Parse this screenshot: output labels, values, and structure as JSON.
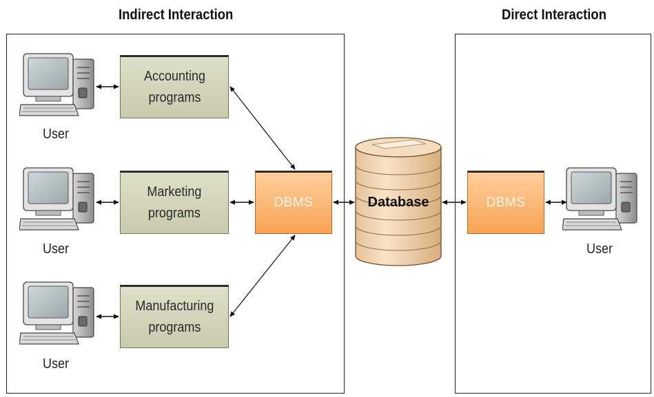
{
  "titles": {
    "indirect": "Indirect Interaction",
    "direct": "Direct Interaction"
  },
  "programs": [
    {
      "label": "Accounting\nprograms"
    },
    {
      "label": "Marketing\nprograms"
    },
    {
      "label": "Manufacturing\nprograms"
    }
  ],
  "dbms_left": "DBMS",
  "dbms_right": "DBMS",
  "database": "Database",
  "users": [
    "User",
    "User",
    "User",
    "User"
  ],
  "colors": {
    "program_fill": "#d6d7bd",
    "dbms_fill": "#f9b46f",
    "database_fill": "#f2d4b0",
    "border": "#222222"
  },
  "icons": [
    "desktop-computer-icon",
    "database-cylinder-icon",
    "double-arrow-icon"
  ]
}
